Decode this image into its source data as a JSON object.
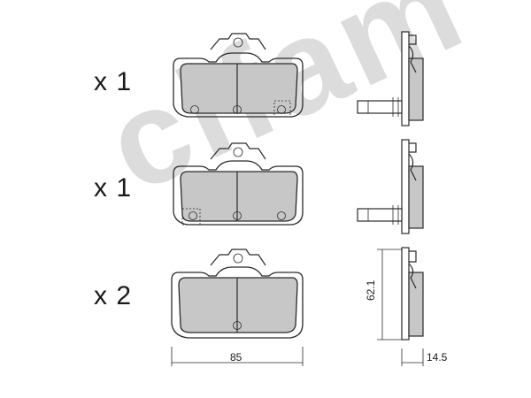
{
  "watermark": {
    "text": "cifam"
  },
  "quantities": [
    {
      "label": "x 1"
    },
    {
      "label": "x 1"
    },
    {
      "label": "x 2"
    }
  ],
  "dimensions": {
    "width": "85",
    "height": "62.1",
    "thickness": "14.5"
  },
  "colors": {
    "pad_fill": "#c7c7c7",
    "line": "#2a2a2a",
    "watermark": "#dcdcdc"
  }
}
